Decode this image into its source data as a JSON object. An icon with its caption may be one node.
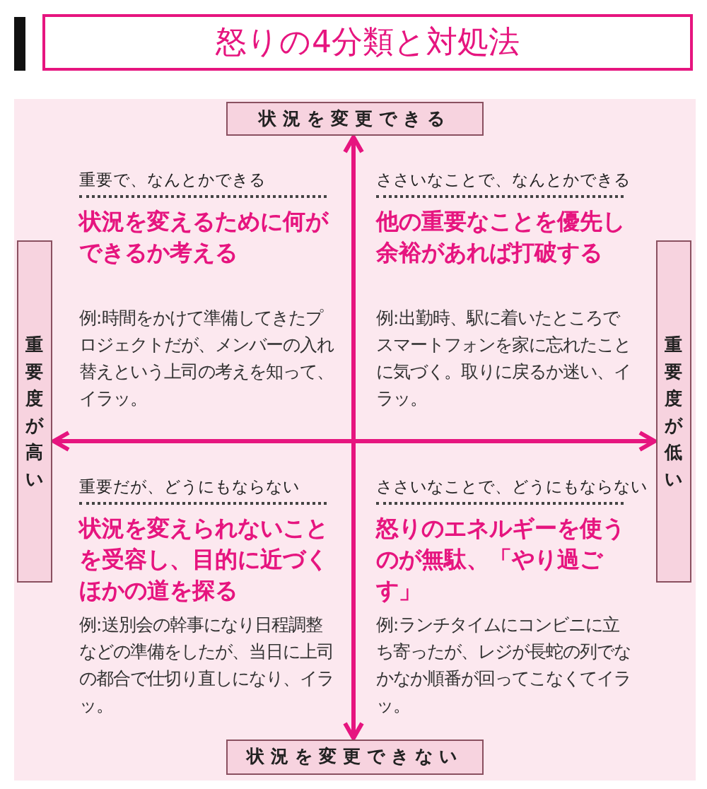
{
  "diagram": {
    "title": "怒りの4分類と対処法",
    "nodes": [
      {
        "text": [
          "状況を変更できる"
        ]
      },
      {
        "text": [
          "重要度が高い"
        ]
      },
      {
        "text": [
          "重要度が低い"
        ]
      },
      {
        "text": [
          "状況を変更できない"
        ]
      }
    ],
    "edges": [
      {
        "from": 0,
        "to": 3,
        "arrow": "both"
      },
      {
        "from": 1,
        "to": 2,
        "arrow": "both"
      }
    ],
    "labels": [
      "重要で、なんとかできる",
      "状況を変えるために何ができるか考える",
      "例:時間をかけて準備してきたプロジェクトだが、メンバーの入れ替えという上司の考えを知って、イラッ。",
      "ささいなことで、なんとかできる",
      "他の重要なことを優先し余裕があれば打破する",
      "例:出勤時、駅に着いたところでスマートフォンを家に忘れたことに気づく。取りに戻るか迷い、イラッ。",
      "重要だが、どうにもならない",
      "状況を変えられないことを受容し、目的に近づくほかの道を探る",
      "例:送別会の幹事になり日程調整などの準備をしたが、当日に上司の都合で仕切り直しになり、イラッ。",
      "ささいなことで、どうにもならない",
      "怒りのエネルギーを使うのが無駄、「やり過ごす」",
      "例:ランチタイムにコンビニに立ち寄ったが、レジが長蛇の列でなかなか順番が回ってこなくてイラッ。"
    ]
  }
}
